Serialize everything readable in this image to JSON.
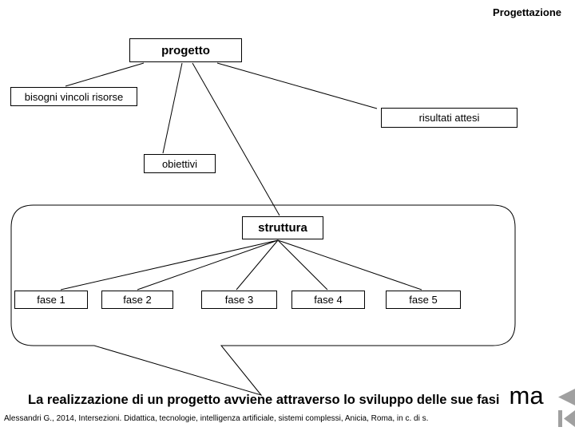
{
  "slide": {
    "title": "Progettazione",
    "nodes": {
      "progetto": "progetto",
      "bisogni": "bisogni vincoli risorse",
      "risultati": "risultati attesi",
      "obiettivi": "obiettivi",
      "struttura": "struttura",
      "phases": [
        "fase 1",
        "fase 2",
        "fase 3",
        "fase 4",
        "fase 5"
      ]
    },
    "edges": [
      {
        "from": "progetto",
        "to": "bisogni vincoli risorse"
      },
      {
        "from": "progetto",
        "to": "obiettivi"
      },
      {
        "from": "progetto",
        "to": "struttura"
      },
      {
        "from": "progetto",
        "to": "risultati attesi"
      },
      {
        "from": "struttura",
        "to": "fase 1"
      },
      {
        "from": "struttura",
        "to": "fase 2"
      },
      {
        "from": "struttura",
        "to": "fase 3"
      },
      {
        "from": "struttura",
        "to": "fase 4"
      },
      {
        "from": "struttura",
        "to": "fase 5"
      }
    ],
    "caption": "La realizzazione di un progetto avviene attraverso lo sviluppo delle sue fasi",
    "caption_big_word": "ma",
    "citation": "Alessandri G., 2014, Intersezioni. Didattica, tecnologie, intelligenza artificiale, sistemi complessi, Anicia, Roma, in c. di s.",
    "icons": {
      "previous": "previous-slide-icon",
      "first": "first-slide-icon"
    },
    "colors": {
      "background": "#ffffff",
      "line": "#000000",
      "box_fill": "#ffffff",
      "nav_icon": "#a0a0a0"
    }
  }
}
